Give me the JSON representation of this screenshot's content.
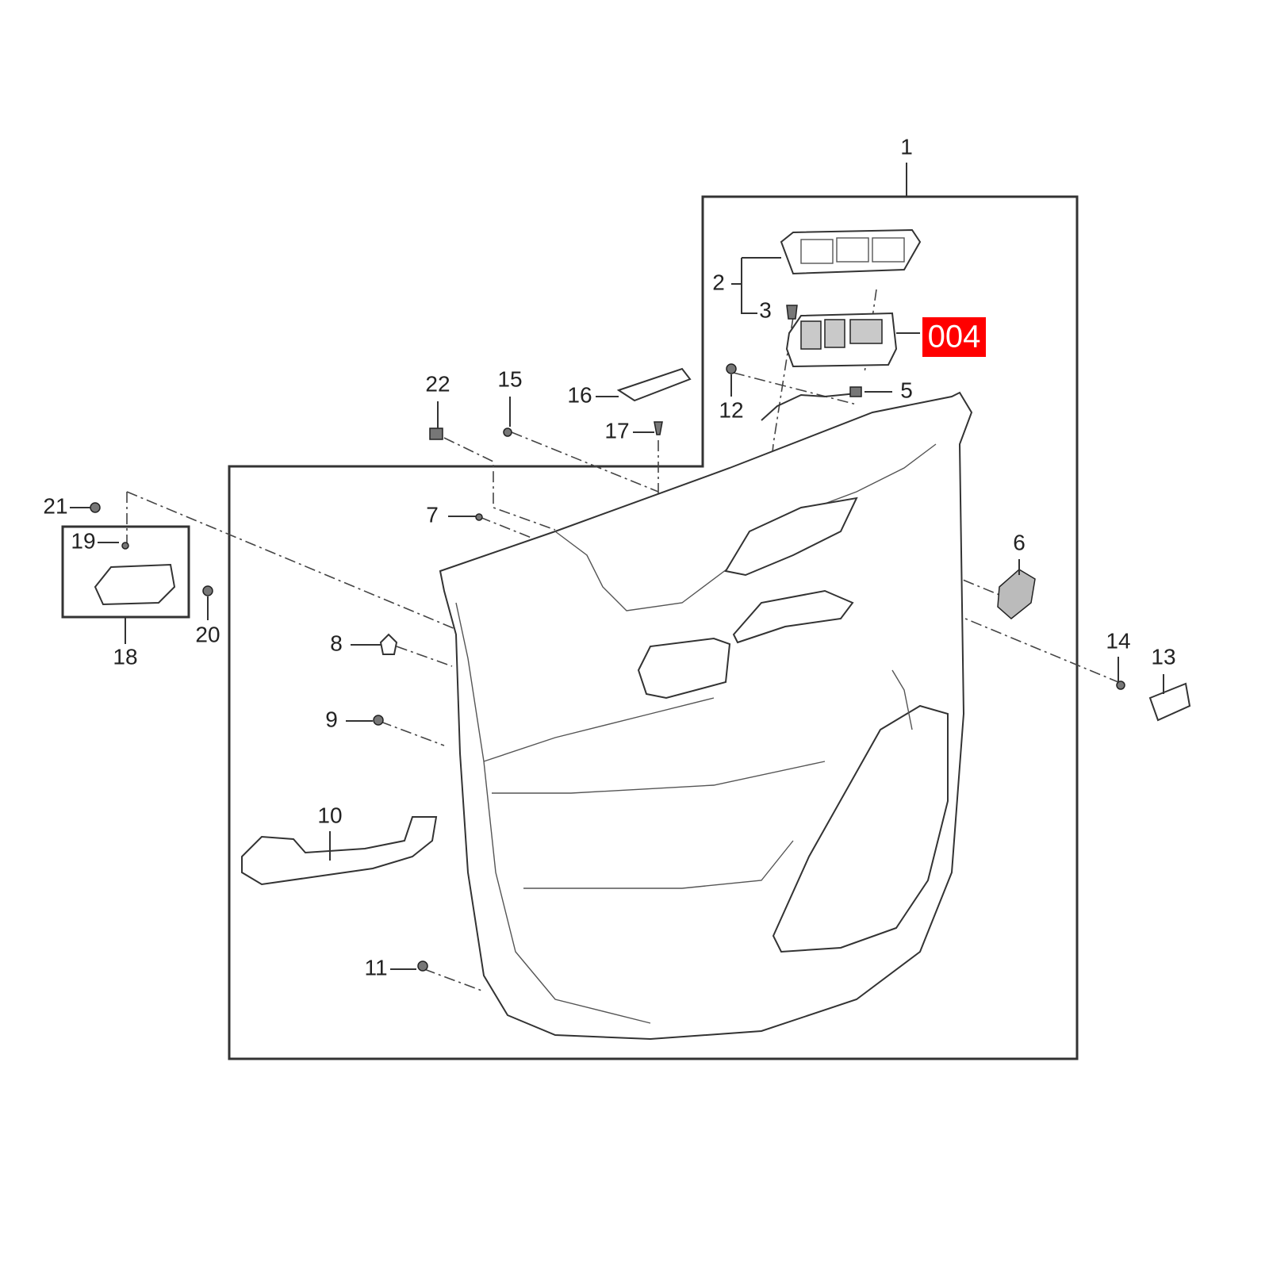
{
  "diagram": {
    "title_callout": "004",
    "highlight_color": "#ff0000",
    "labels": {
      "l1": "1",
      "l2": "2",
      "l3": "3",
      "l5": "5",
      "l6": "6",
      "l7": "7",
      "l8": "8",
      "l9": "9",
      "l10": "10",
      "l11": "11",
      "l12": "12",
      "l13": "13",
      "l14": "14",
      "l15": "15",
      "l16": "16",
      "l17": "17",
      "l18": "18",
      "l19": "19",
      "l20": "20",
      "l21": "21",
      "l22": "22"
    }
  }
}
